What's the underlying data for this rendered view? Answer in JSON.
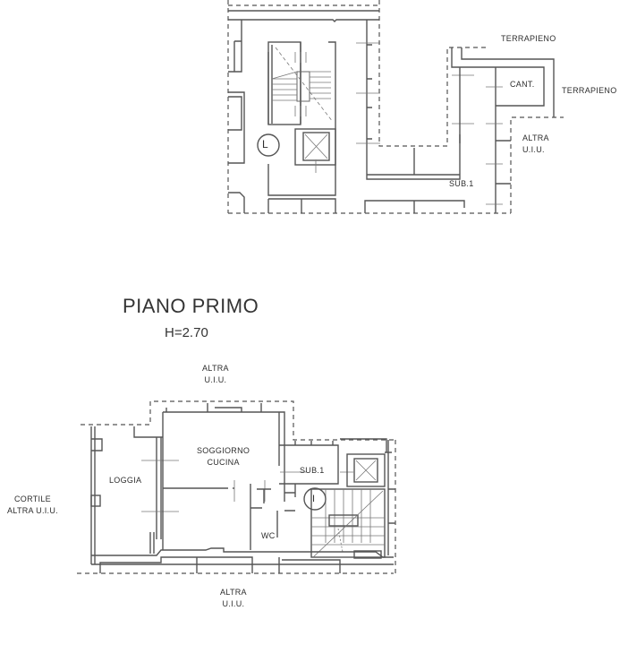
{
  "upper_plan": {
    "labels": {
      "terrapieno_top": "TERRAPIENO",
      "terrapieno_right": "TERRAPIENO",
      "cantina": "CANT.",
      "altra_uiu_line1": "ALTRA",
      "altra_uiu_line2": "U.I.U.",
      "sub1": "SUB.1",
      "stair_marker": "L"
    }
  },
  "lower_plan": {
    "title": "PIANO PRIMO",
    "height": "H=2.70",
    "labels": {
      "altra_top_line1": "ALTRA",
      "altra_top_line2": "U.I.U.",
      "cortile_line1": "CORTILE",
      "cortile_line2": "ALTRA U.I.U.",
      "loggia": "LOGGIA",
      "soggiorno_line1": "SOGGIORNO",
      "soggiorno_line2": "CUCINA",
      "sub1": "SUB.1",
      "wc": "WC",
      "stair_marker": "I",
      "altra_bottom_line1": "ALTRA",
      "altra_bottom_line2": "U.I.U."
    }
  }
}
